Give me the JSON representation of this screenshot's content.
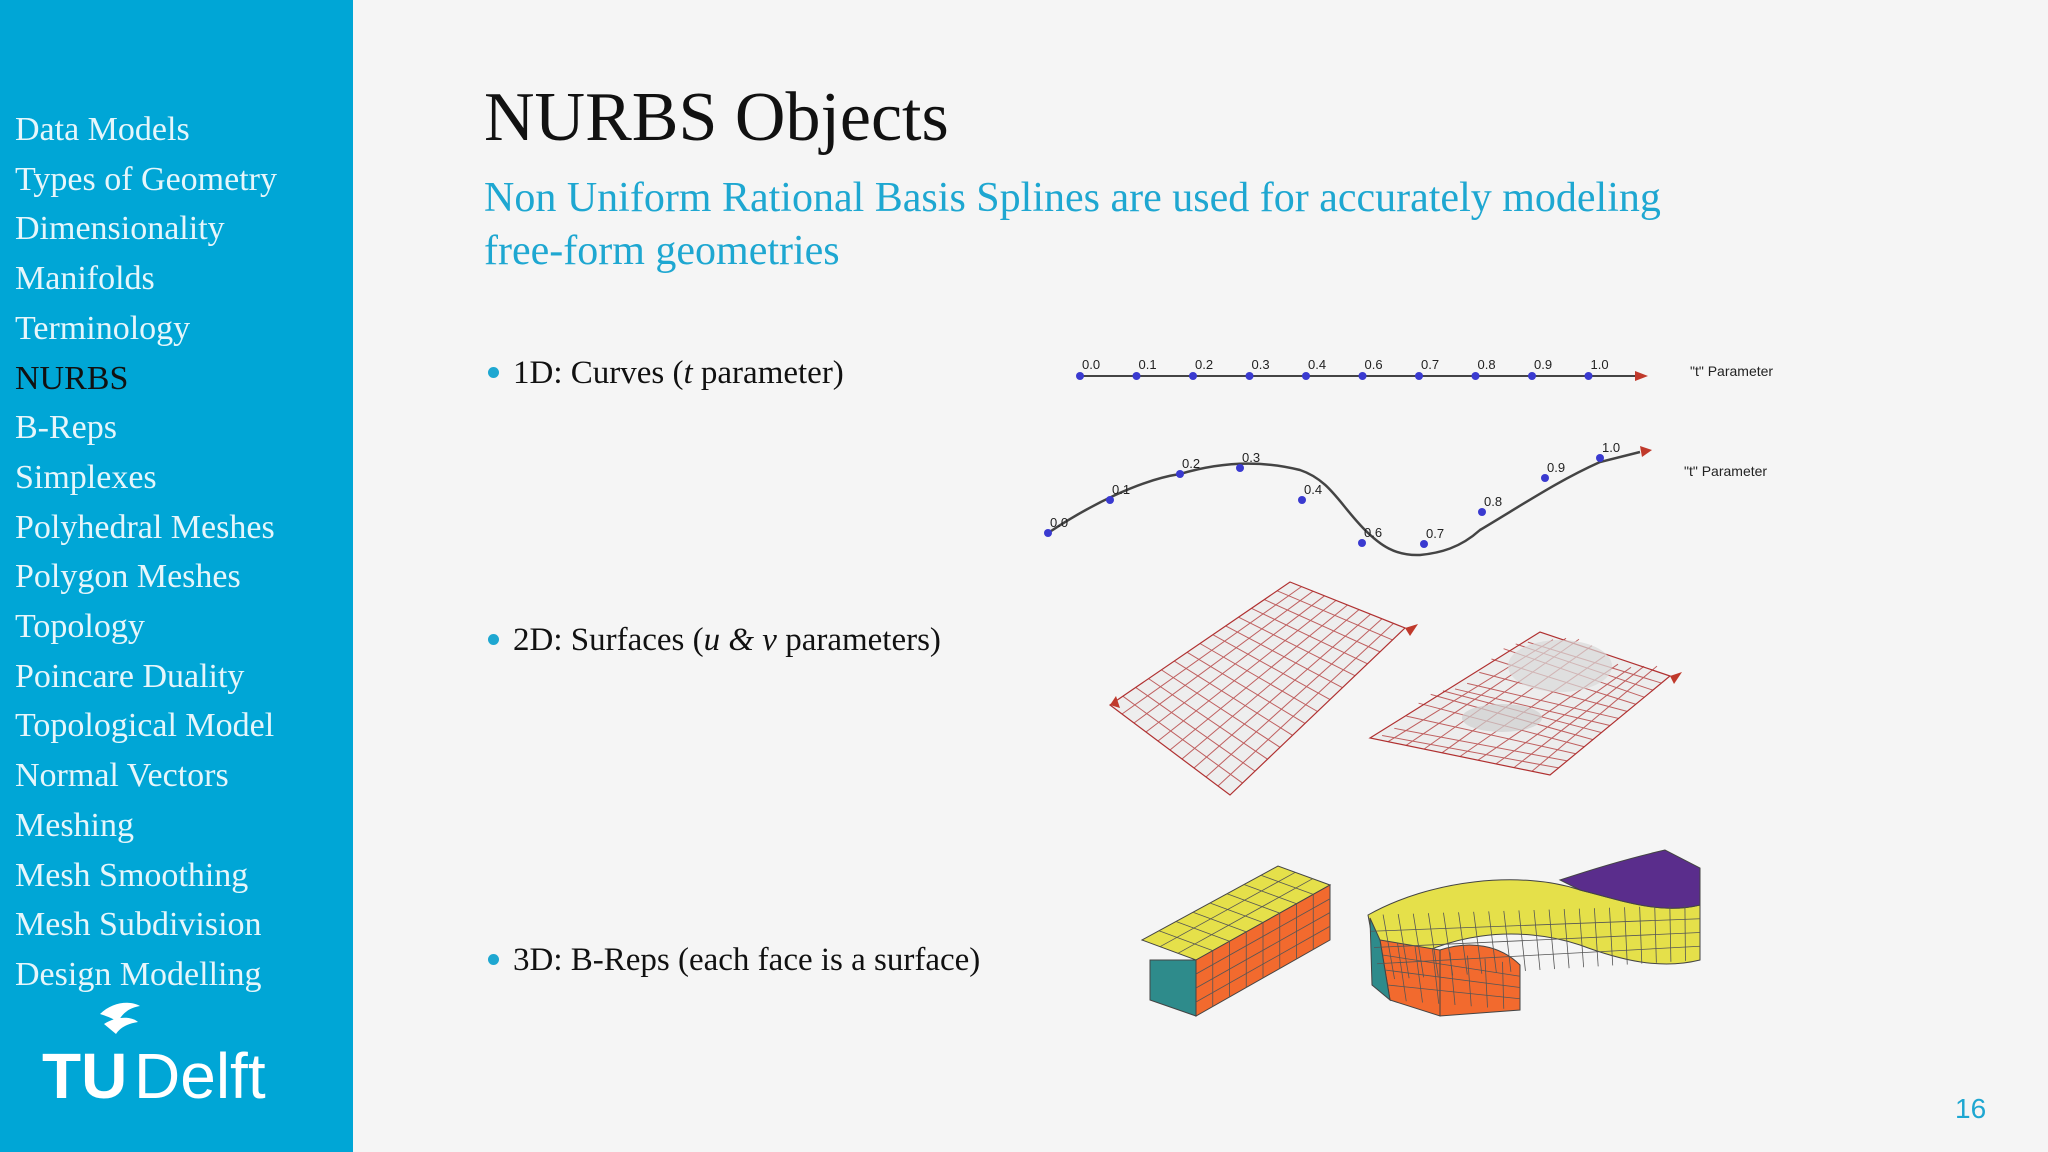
{
  "sidebar": {
    "items": [
      {
        "label": "Data Models"
      },
      {
        "label": "Types of Geometry"
      },
      {
        "label": "Dimensionality"
      },
      {
        "label": "Manifolds"
      },
      {
        "label": "Terminology"
      },
      {
        "label": "NURBS",
        "active": true
      },
      {
        "label": "B-Reps"
      },
      {
        "label": "Simplexes"
      },
      {
        "label": "Polyhedral Meshes"
      },
      {
        "label": "Polygon Meshes"
      },
      {
        "label": "Topology"
      },
      {
        "label": "Poincare Duality"
      },
      {
        "label": "Topological Model"
      },
      {
        "label": "Normal Vectors"
      },
      {
        "label": "Meshing"
      },
      {
        "label": "Mesh Smoothing"
      },
      {
        "label": "Mesh Subdivision"
      },
      {
        "label": "Design Modelling"
      }
    ],
    "logo_text": {
      "tu": "TU",
      "delft": "Delft"
    }
  },
  "slide": {
    "title": "NURBS Objects",
    "subtitle": "Non Uniform Rational Basis Splines are used for accurately modeling free-form geometries",
    "bullets": [
      {
        "prefix": "1D: Curves (",
        "italic": "t",
        "suffix": " parameter)"
      },
      {
        "prefix": "2D: Surfaces (",
        "italic": "u & v",
        "suffix": " parameters)"
      },
      {
        "text": "3D: B-Reps (each face is a surface)"
      }
    ],
    "page_number": "16"
  },
  "figures": {
    "curve_line": {
      "ticks": [
        "0.0",
        "0.1",
        "0.2",
        "0.3",
        "0.4",
        "0.6",
        "0.7",
        "0.8",
        "0.9",
        "1.0"
      ],
      "caption": "\"t\" Parameter"
    },
    "curve_wave": {
      "ticks": [
        "0.0",
        "0.1",
        "0.2",
        "0.3",
        "0.4",
        "0.6",
        "0.7",
        "0.8",
        "0.9",
        "1.0"
      ],
      "caption": "\"t\" Parameter"
    }
  },
  "colors": {
    "sidebar": "#00a6d6",
    "accent": "#1ea7d1",
    "curve_point": "#3a3ad0",
    "arrow": "#c0392b",
    "grid_line": "#b03030",
    "brep_top": "#e5e04a",
    "brep_front": "#f26a2e",
    "brep_side": "#2e8b8b",
    "brep_twist": "#5a2d8c"
  }
}
